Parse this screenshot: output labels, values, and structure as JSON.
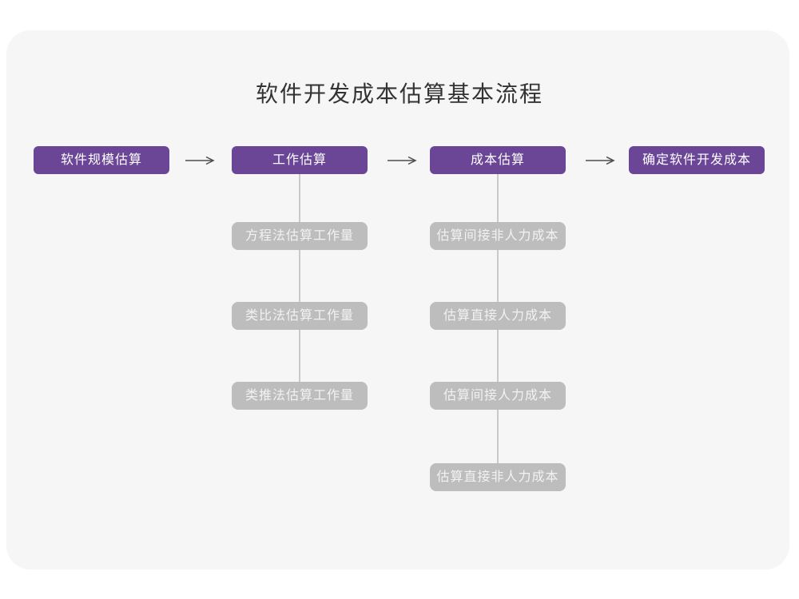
{
  "title": "软件开发成本估算基本流程",
  "colors": {
    "page_background": "#ffffff",
    "card_background": "#f6f6f6",
    "main_box_fill": "#6b4596",
    "main_box_text": "#ffffff",
    "sub_box_fill": "#bdbdbd",
    "sub_box_text": "#f2f2f2",
    "connector_line": "#c9c9c9",
    "arrow_stroke": "#4d4d4d",
    "title_text": "#333333"
  },
  "flow": {
    "main_steps": [
      {
        "label": "软件规模估算"
      },
      {
        "label": "工作估算"
      },
      {
        "label": "成本估算"
      },
      {
        "label": "确定软件开发成本"
      }
    ],
    "work_estimation_methods": [
      "方程法估算工作量",
      "类比法估算工作量",
      "类推法估算工作量"
    ],
    "cost_estimation_steps": [
      "估算间接非人力成本",
      "估算直接人力成本",
      "估算间接人力成本",
      "估算直接非人力成本"
    ]
  }
}
